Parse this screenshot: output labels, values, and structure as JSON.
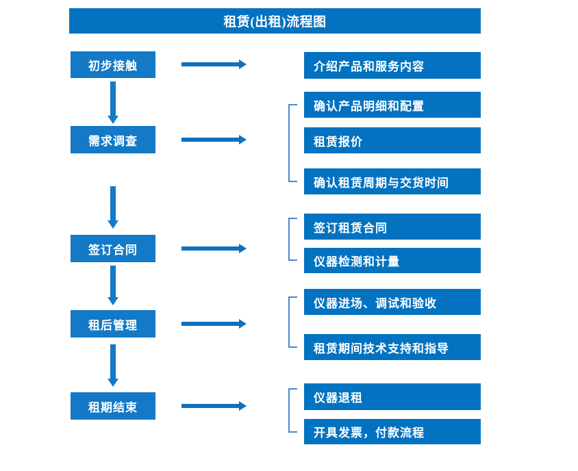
{
  "document": {
    "title": "租赁(出租)流程图"
  },
  "theme": {
    "title_bg": "#0372c0",
    "stage_bg": "#1479c6",
    "task_bg": "#0372c0",
    "arrow_color": "#0f70bd",
    "bracket_color": "#4a86c8",
    "text_color": "#ffffff",
    "page_bg": "#ffffff"
  },
  "stages": [
    {
      "label": "初步接触"
    },
    {
      "label": "需求调查"
    },
    {
      "label": "签订合同"
    },
    {
      "label": "租后管理"
    },
    {
      "label": "租期结束"
    }
  ],
  "tasks": [
    {
      "label": "介绍产品和服务内容"
    },
    {
      "label": "确认产品明细和配置"
    },
    {
      "label": "租赁报价"
    },
    {
      "label": "确认租赁周期与交货时间"
    },
    {
      "label": "签订租赁合同"
    },
    {
      "label": "仪器检测和计量"
    },
    {
      "label": "仪器进场、调试和验收"
    },
    {
      "label": "租赁期间技术支持和指导"
    },
    {
      "label": "仪器退租"
    },
    {
      "label": "开具发票，付款流程"
    }
  ]
}
